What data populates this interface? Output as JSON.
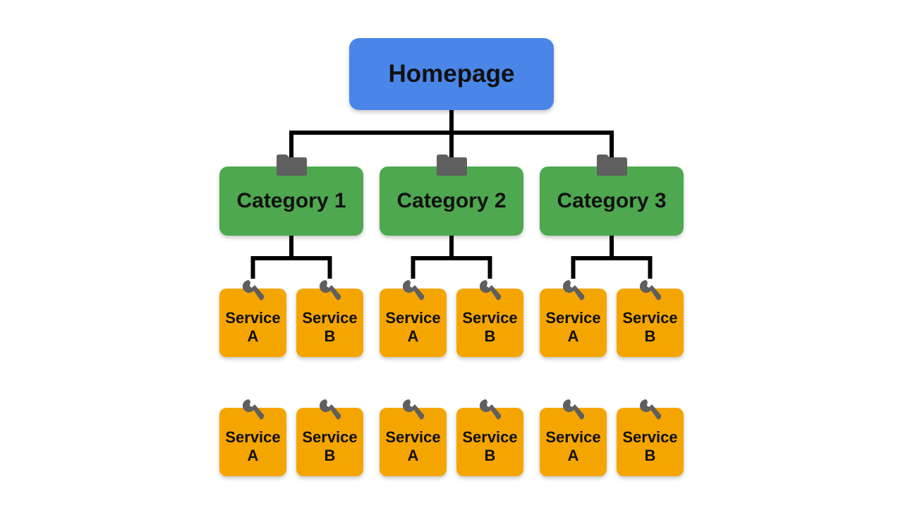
{
  "colors": {
    "homepage": "#4a86e8",
    "category": "#4ea84f",
    "service": "#f5a500",
    "connector": "#000000",
    "icon": "#5f5f5f"
  },
  "homepage": {
    "label": "Homepage"
  },
  "categories": [
    {
      "label": "Category 1",
      "icon": "folder-icon",
      "services": [
        [
          {
            "line1": "Service",
            "line2": "A"
          },
          {
            "line1": "Service",
            "line2": "B"
          }
        ],
        [
          {
            "line1": "Service",
            "line2": "A"
          },
          {
            "line1": "Service",
            "line2": "B"
          }
        ]
      ]
    },
    {
      "label": "Category 2",
      "icon": "folder-icon",
      "services": [
        [
          {
            "line1": "Service",
            "line2": "A"
          },
          {
            "line1": "Service",
            "line2": "B"
          }
        ],
        [
          {
            "line1": "Service",
            "line2": "A"
          },
          {
            "line1": "Service",
            "line2": "B"
          }
        ]
      ]
    },
    {
      "label": "Category 3",
      "icon": "folder-icon",
      "services": [
        [
          {
            "line1": "Service",
            "line2": "A"
          },
          {
            "line1": "Service",
            "line2": "B"
          }
        ],
        [
          {
            "line1": "Service",
            "line2": "A"
          },
          {
            "line1": "Service",
            "line2": "B"
          }
        ]
      ]
    }
  ],
  "service_icon": "wrench-icon"
}
